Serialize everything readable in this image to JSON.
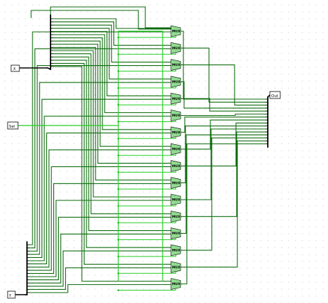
{
  "circuit": {
    "inputs": [
      {
        "id": "x",
        "label": "X"
      },
      {
        "id": "sel",
        "label": "Sel"
      },
      {
        "id": "y",
        "label": "Y"
      }
    ],
    "output": {
      "id": "out",
      "label": "Out"
    },
    "mux_label": "MUX",
    "mux_count": 16,
    "colors": {
      "wire_dark": "#0a6a0a",
      "wire_bright": "#22cc22",
      "wire_black": "#000000",
      "mux_fill": "#8fdc8f"
    }
  }
}
